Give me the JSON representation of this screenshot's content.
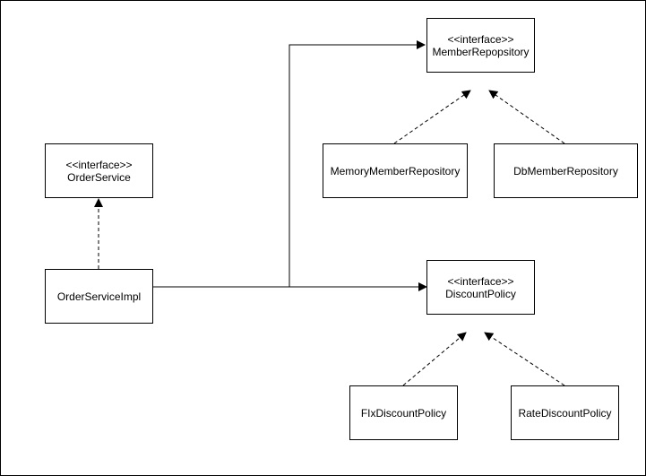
{
  "diagram": {
    "nodes": [
      {
        "id": "member-repository",
        "stereotype": "<<interface>>",
        "label": "MemberRepopsitory"
      },
      {
        "id": "memory-member-repository",
        "stereotype": "",
        "label": "MemoryMemberRepository"
      },
      {
        "id": "db-member-repository",
        "stereotype": "",
        "label": "DbMemberRepository"
      },
      {
        "id": "order-service",
        "stereotype": "<<interface>>",
        "label": "OrderService"
      },
      {
        "id": "order-service-impl",
        "stereotype": "",
        "label": "OrderServiceImpl"
      },
      {
        "id": "discount-policy",
        "stereotype": "<<interface>>",
        "label": "DiscountPolicy"
      },
      {
        "id": "fix-discount-policy",
        "stereotype": "",
        "label": "FIxDiscountPolicy"
      },
      {
        "id": "rate-discount-policy",
        "stereotype": "",
        "label": "RateDiscountPolicy"
      }
    ],
    "edges": [
      {
        "from": "order-service-impl",
        "to": "member-repository",
        "kind": "association"
      },
      {
        "from": "order-service-impl",
        "to": "discount-policy",
        "kind": "association"
      },
      {
        "from": "order-service-impl",
        "to": "order-service",
        "kind": "realization"
      },
      {
        "from": "memory-member-repository",
        "to": "member-repository",
        "kind": "realization"
      },
      {
        "from": "db-member-repository",
        "to": "member-repository",
        "kind": "realization"
      },
      {
        "from": "fix-discount-policy",
        "to": "discount-policy",
        "kind": "realization"
      },
      {
        "from": "rate-discount-policy",
        "to": "discount-policy",
        "kind": "realization"
      }
    ],
    "colors": {
      "line": "#000000",
      "box_border": "#000000",
      "background": "#ffffff"
    }
  }
}
